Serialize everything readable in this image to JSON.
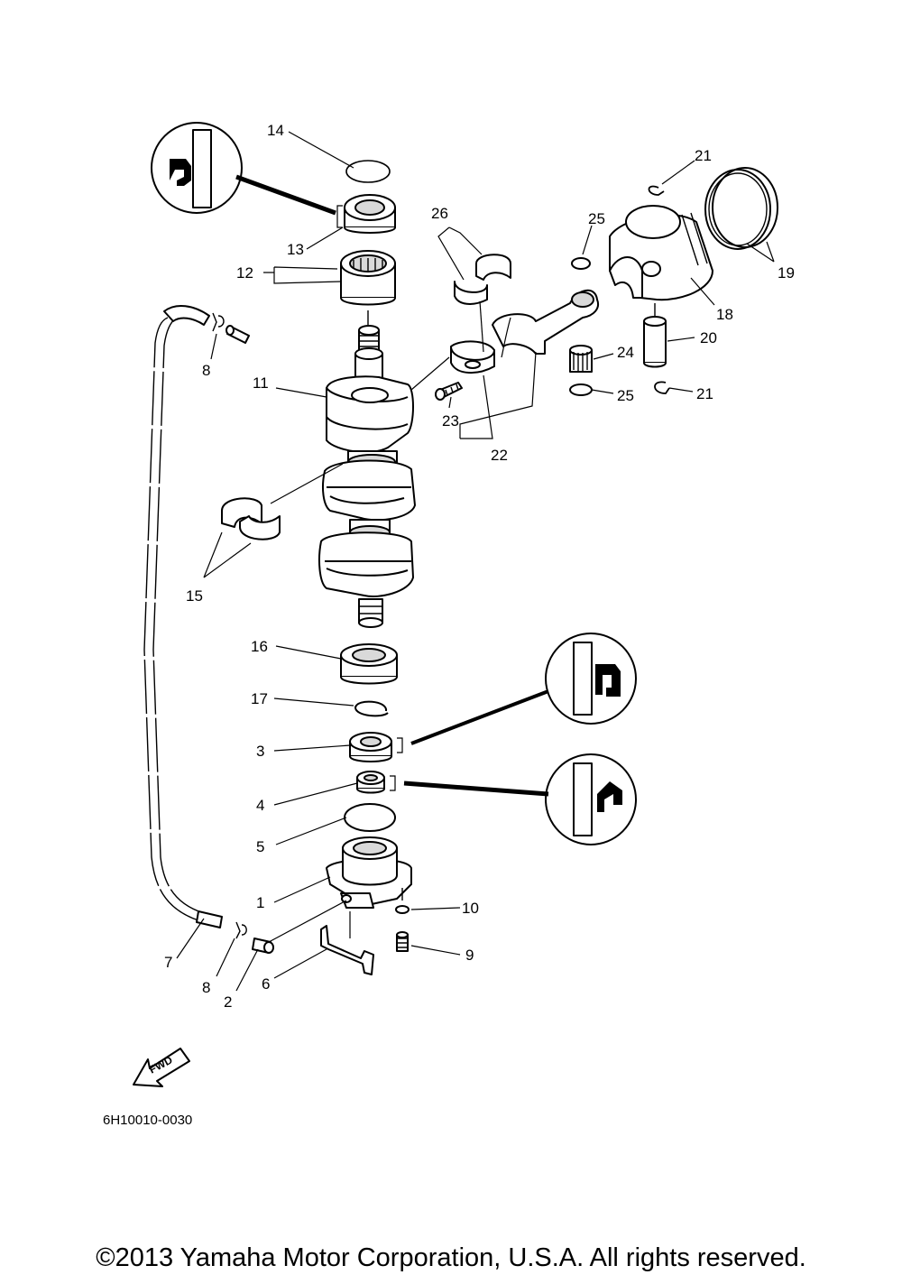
{
  "diagram": {
    "callouts": {
      "c1": "1",
      "c2": "2",
      "c3": "3",
      "c4": "4",
      "c5": "5",
      "c6": "6",
      "c7": "7",
      "c8a": "8",
      "c8b": "8",
      "c9": "9",
      "c10": "10",
      "c11": "11",
      "c12": "12",
      "c13": "13",
      "c14": "14",
      "c15": "15",
      "c16": "16",
      "c17": "17",
      "c18": "18",
      "c19": "19",
      "c20": "20",
      "c21a": "21",
      "c21b": "21",
      "c22": "22",
      "c23": "23",
      "c24": "24",
      "c25a": "25",
      "c25b": "25",
      "c26": "26"
    },
    "fwd_label": "FWD",
    "diagram_code": "6H10010-0030"
  },
  "footer": {
    "copyright": "©2013 Yamaha Motor Corporation, U.S.A. All rights reserved."
  }
}
